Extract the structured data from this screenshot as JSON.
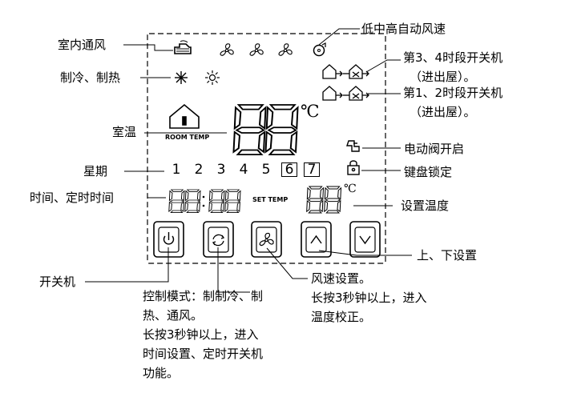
{
  "labels": {
    "fan_speed_levels": "低中高自动风速",
    "indoor_ventilation": "室内通风",
    "cool_heat": "制冷、制热",
    "period_34": [
      "第3、4时段开关机",
      "（进出屋）。"
    ],
    "period_12": [
      "第1、2时段开关机",
      "（进出屋）。"
    ],
    "room_temp": "室温",
    "electric_valve": "电动阀开启",
    "week": "星期",
    "keypad_lock": "键盘锁定",
    "time_label": "时间、定时时间",
    "set_temp": "设置温度",
    "up_down": "上、下设置",
    "power": "开关机",
    "fan_speed_setting": [
      "风速设置。",
      "长按3秒钟以上，进入",
      "温度校正。"
    ],
    "control_mode": [
      "控制模式：制制冷、制",
      "热、通风。",
      "长按3秒钟以上，进入",
      "时间设置、定时开关机",
      "功能。"
    ]
  },
  "display": {
    "room_temp_caption": "ROOM TEMP",
    "set_temp_caption": "SET TEMP",
    "celsius_big": "℃",
    "celsius_small": "℃",
    "weekdays": [
      "1",
      "2",
      "3",
      "4",
      "5",
      "6",
      "7"
    ],
    "boxed_days": [
      "6",
      "7"
    ]
  }
}
